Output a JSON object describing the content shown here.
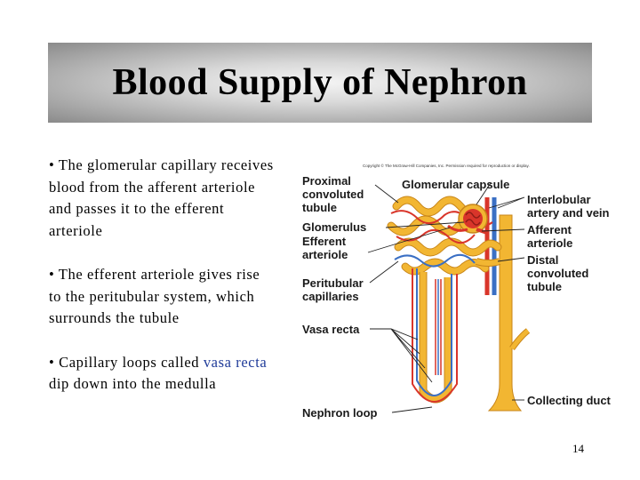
{
  "title": "Blood Supply of Nephron",
  "bullets": [
    {
      "pre": "• The glomerular capillary receives blood from the afferent arteriole and passes it to the efferent arteriole",
      "highlight": "",
      "post": ""
    },
    {
      "pre": "• The efferent arteriole gives rise to the peritubular system, which surrounds the tubule",
      "highlight": "",
      "post": ""
    },
    {
      "pre": "• Capillary loops called ",
      "highlight": "vasa recta",
      "post": " dip down into the medulla"
    }
  ],
  "figure": {
    "copyright": "Copyright © The McGraw-Hill Companies, Inc. Permission required for reproduction or display.",
    "left_labels": {
      "proximal_1": "Proximal",
      "proximal_2": "convoluted",
      "proximal_3": "tubule",
      "glomerulus": "Glomerulus",
      "efferent_1": "Efferent",
      "efferent_2": "arteriole",
      "peritubular_1": "Peritubular",
      "peritubular_2": "capillaries",
      "vasa_recta": "Vasa recta",
      "nephron_loop": "Nephron loop"
    },
    "right_labels": {
      "glomerular_capsule": "Glomerular capsule",
      "interlobular_1": "Interlobular",
      "interlobular_2": "artery and vein",
      "afferent_1": "Afferent",
      "afferent_2": "arteriole",
      "distal_1": "Distal",
      "distal_2": "convoluted",
      "distal_3": "tubule",
      "collecting_duct": "Collecting duct"
    },
    "colors": {
      "artery": "#d9352a",
      "vein": "#3a6fc4",
      "tubule": "#f2b632",
      "tubule_edge": "#c8861a"
    }
  },
  "page_number": "14"
}
